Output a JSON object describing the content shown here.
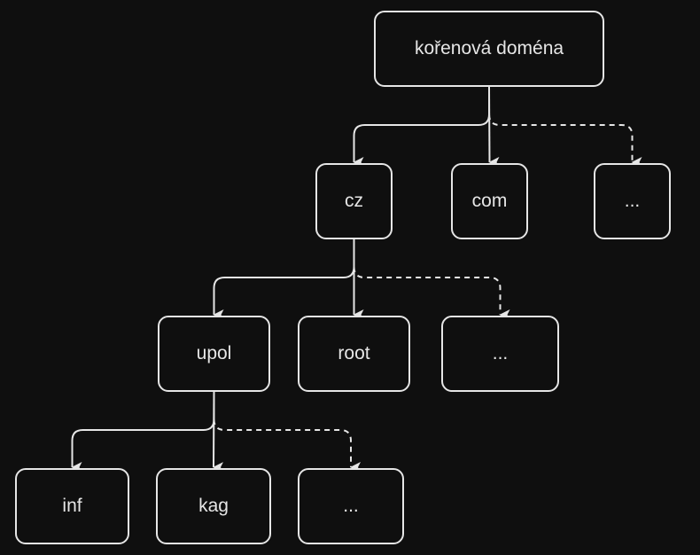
{
  "colors": {
    "background": "#0f0f0f",
    "stroke": "#e6e6e6",
    "text": "#e6e6e6"
  },
  "nodes": {
    "root": "kořenová doména",
    "cz": "cz",
    "com": "com",
    "tld_more": "...",
    "upol": "upol",
    "rootcz": "root",
    "cz_more": "...",
    "inf": "inf",
    "kag": "kag",
    "upol_more": "..."
  },
  "edges": [
    {
      "from": "root",
      "to": "cz",
      "style": "solid"
    },
    {
      "from": "root",
      "to": "com",
      "style": "solid"
    },
    {
      "from": "root",
      "to": "tld_more",
      "style": "dashed"
    },
    {
      "from": "cz",
      "to": "upol",
      "style": "solid"
    },
    {
      "from": "cz",
      "to": "rootcz",
      "style": "solid"
    },
    {
      "from": "cz",
      "to": "cz_more",
      "style": "dashed"
    },
    {
      "from": "upol",
      "to": "inf",
      "style": "solid"
    },
    {
      "from": "upol",
      "to": "kag",
      "style": "solid"
    },
    {
      "from": "upol",
      "to": "upol_more",
      "style": "dashed"
    }
  ]
}
